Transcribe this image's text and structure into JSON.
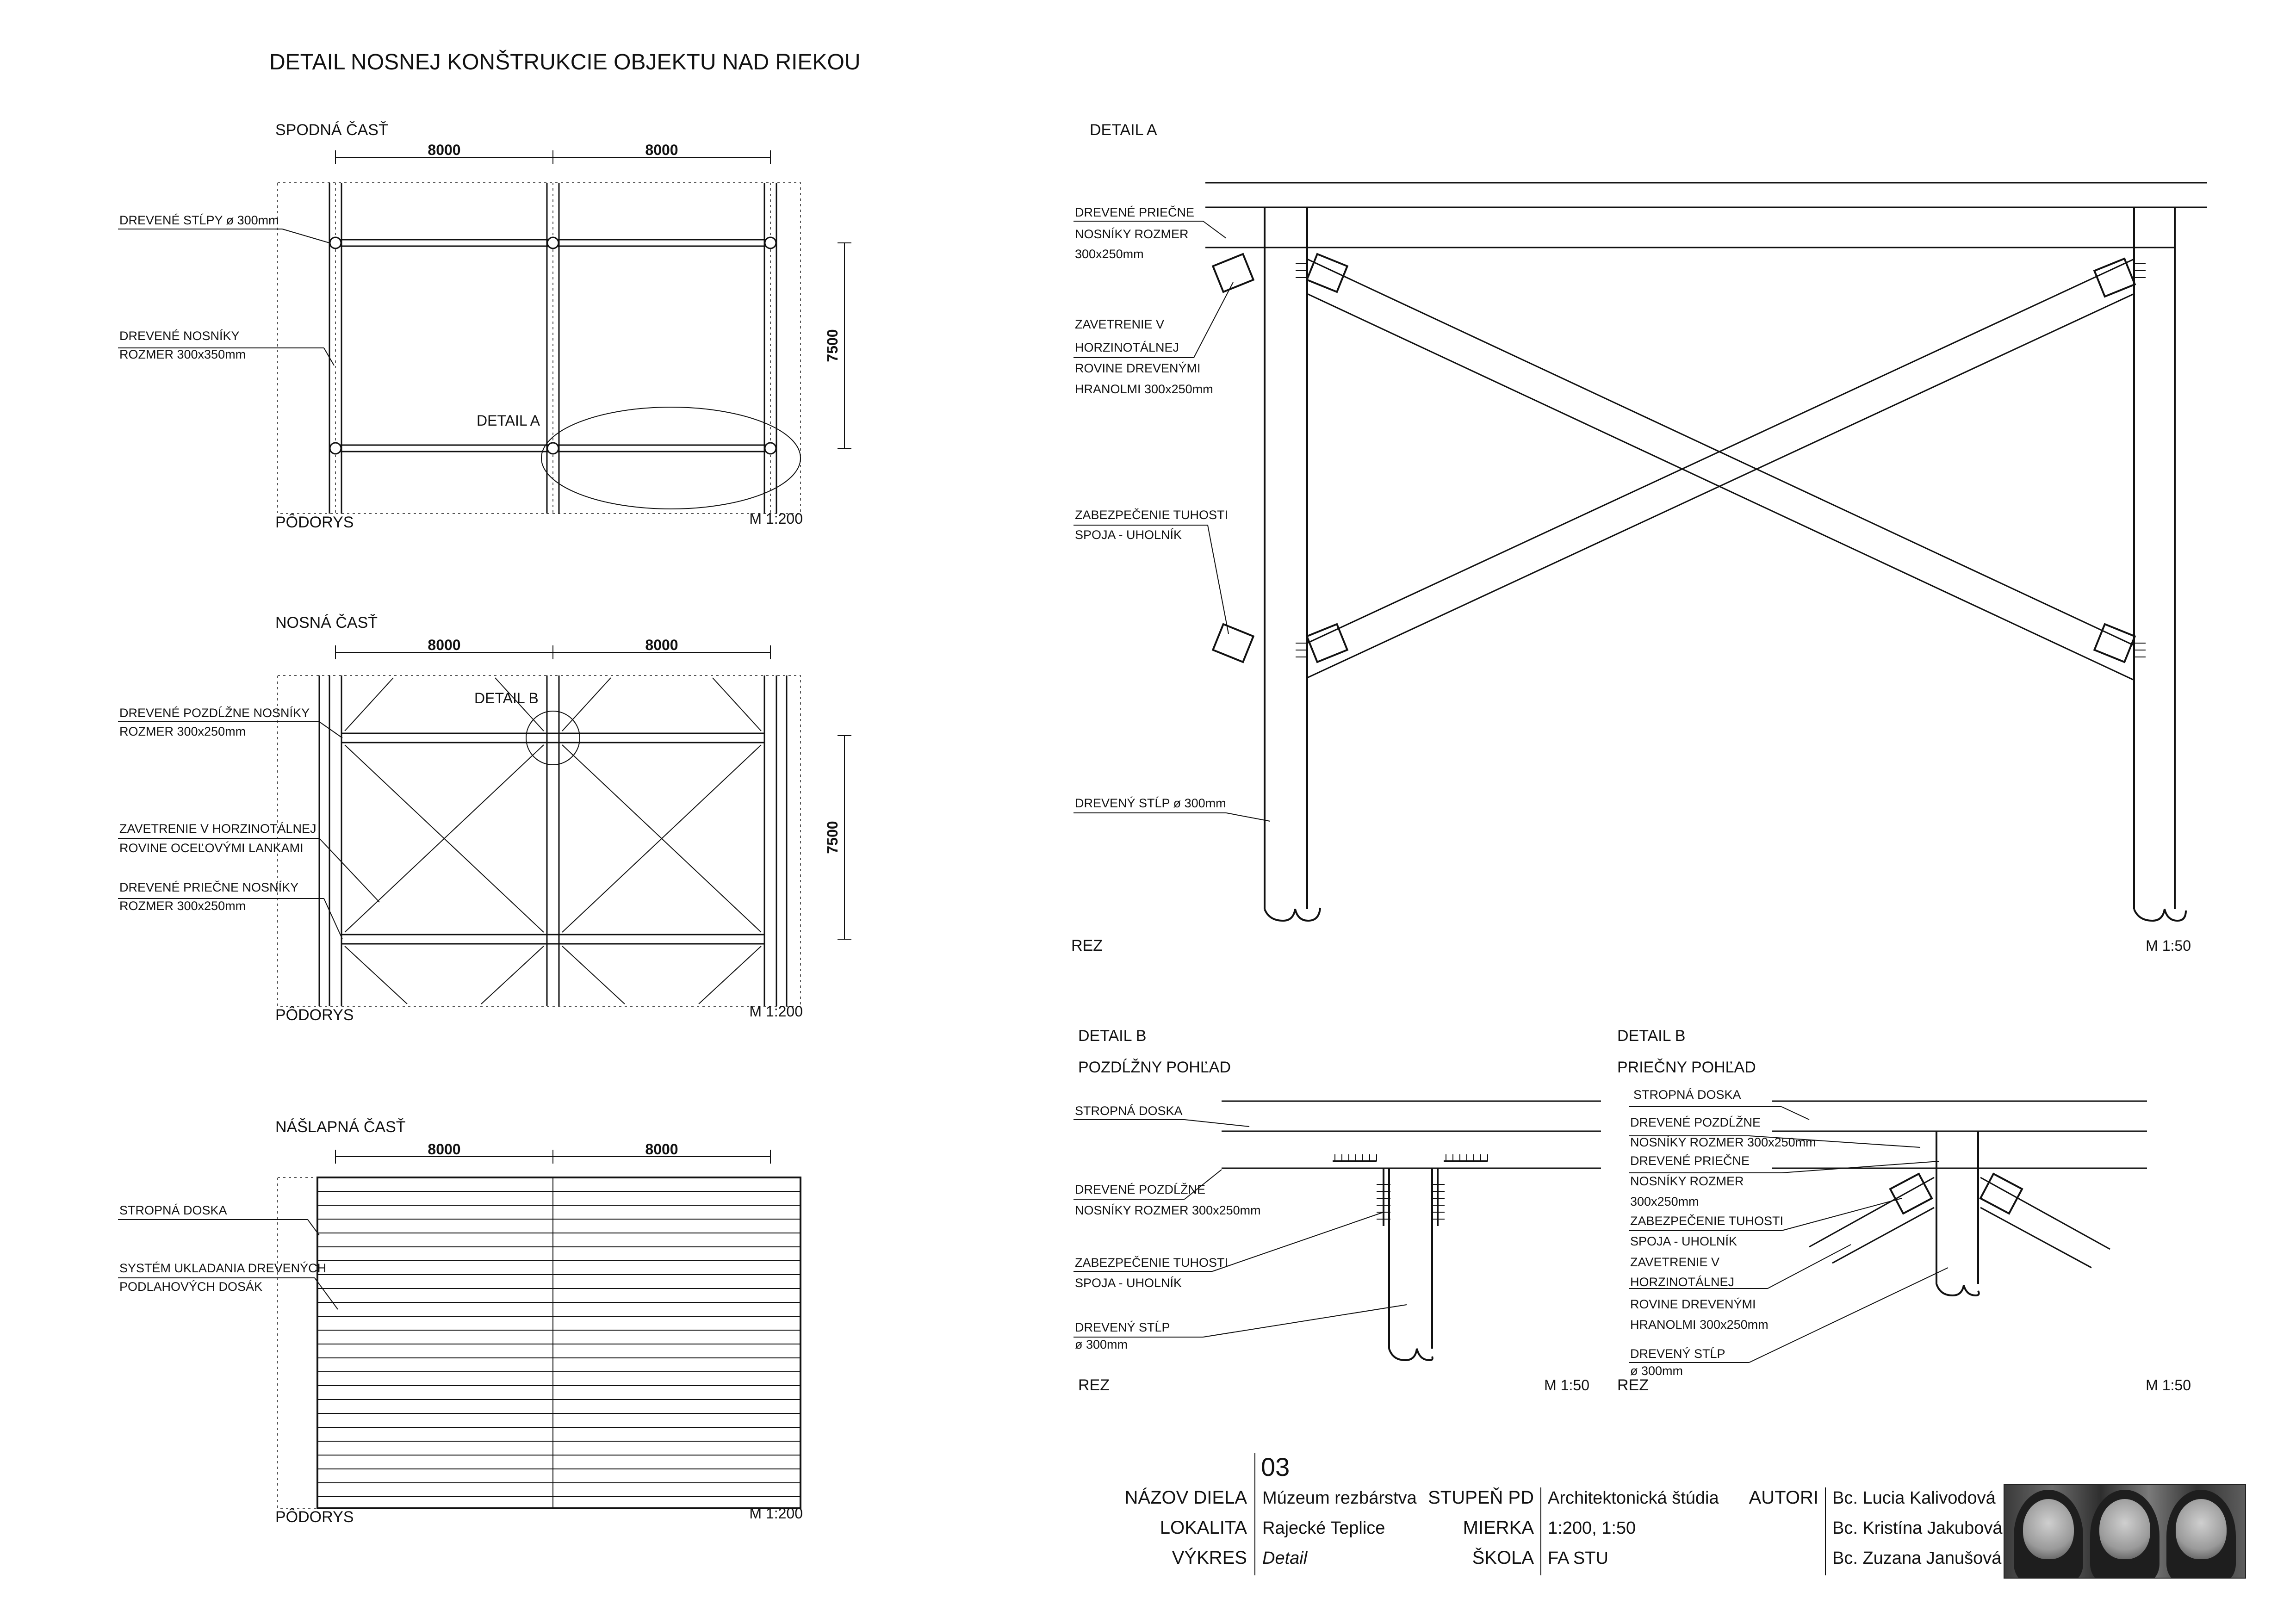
{
  "title": "DETAIL NOSNEJ KONŠTRUKCIE OBJEKTU NAD RIEKOU",
  "plan1": {
    "section": "SPODNÁ ČASŤ",
    "dims": [
      "8000",
      "8000"
    ],
    "vdim": "7500",
    "labels": [
      "DREVENÉ STĹPY ø 300mm",
      "DREVENÉ NOSNÍKY",
      "ROZMER 300x350mm"
    ],
    "callout": "DETAIL A",
    "view": "PÔDORYS",
    "scale": "M 1:200"
  },
  "plan2": {
    "section": "NOSNÁ ČASŤ",
    "dims": [
      "8000",
      "8000"
    ],
    "vdim": "7500",
    "labels": [
      "DREVENÉ  POZDĹŽNE NOSNÍKY",
      "ROZMER 300x250mm",
      "ZAVETRENIE V HORZINOTÁLNEJ",
      "ROVINE OCEĽOVÝMI LANKAMI",
      "DREVENÉ  PRIEČNE NOSNÍKY",
      "ROZMER 300x250mm"
    ],
    "callout": "DETAIL B",
    "view": "PÔDORYS",
    "scale": "M 1:200"
  },
  "plan3": {
    "section": "NÁŠLAPNÁ ČASŤ",
    "dims": [
      "8000",
      "8000"
    ],
    "labels": [
      "STROPNÁ DOSKA",
      "SYSTÉM UKLADANIA DREVENÝCH",
      "PODLAHOVÝCH DOSÁK"
    ],
    "view": "PÔDORYS",
    "scale": "M 1:200"
  },
  "detailA": {
    "heading": "DETAIL A",
    "labels": [
      "DREVENÉ  PRIEČNE",
      "NOSNÍKY ROZMER",
      "300x250mm",
      "ZAVETRENIE V",
      "HORZINOTÁLNEJ",
      "ROVINE DREVENÝMI",
      "HRANOLMI 300x250mm",
      "ZABEZPEČENIE TUHOSTI",
      "SPOJA - UHOLNÍK",
      "DREVENÝ STĹP  ø 300mm"
    ],
    "view": "REZ",
    "scale": "M 1:50"
  },
  "detailB1": {
    "heading": "DETAIL B",
    "subheading": "POZDĹŽNY POHĽAD",
    "labels": [
      "STROPNÁ DOSKA",
      "DREVENÉ  POZDĹŽNE",
      "NOSNÍKY ROZMER 300x250mm",
      "ZABEZPEČENIE TUHOSTI",
      "SPOJA - UHOLNÍK",
      "DREVENÝ STĹP",
      "ø 300mm"
    ],
    "view": "REZ",
    "scale": "M 1:50"
  },
  "detailB2": {
    "heading": "DETAIL B",
    "subheading": "PRIEČNY POHĽAD",
    "labels": [
      "STROPNÁ DOSKA",
      "DREVENÉ  POZDĹŽNE",
      "NOSNÍKY ROZMER 300x250mm",
      "DREVENÉ  PRIEČNE",
      "NOSNÍKY ROZMER",
      "300x250mm",
      "ZABEZPEČENIE TUHOSTI",
      "SPOJA - UHOLNÍK",
      "ZAVETRENIE V",
      "HORZINOTÁLNEJ",
      "ROVINE DREVENÝMI",
      "HRANOLMI 300x250mm",
      "DREVENÝ STĹP",
      "ø 300mm"
    ],
    "view": "REZ",
    "scale": "M 1:50"
  },
  "titleblock": {
    "sheet_number": "03",
    "rows": [
      {
        "key": "NÁZOV DIELA",
        "value": "Múzeum rezbárstva"
      },
      {
        "key": "LOKALITA",
        "value": "Rajecké Teplice"
      },
      {
        "key": "VÝKRES",
        "value": "Detail"
      }
    ],
    "rows2": [
      {
        "key": "STUPEŇ PD",
        "value": "Architektonická štúdia"
      },
      {
        "key": "MIERKA",
        "value": "1:200, 1:50"
      },
      {
        "key": "ŠKOLA",
        "value": "FA STU"
      }
    ],
    "authors_key": "AUTORI",
    "authors": [
      "Bc. Lucia Kalivodová",
      "Bc. Kristína Jakubová",
      "Bc. Zuzana Janušová"
    ]
  }
}
